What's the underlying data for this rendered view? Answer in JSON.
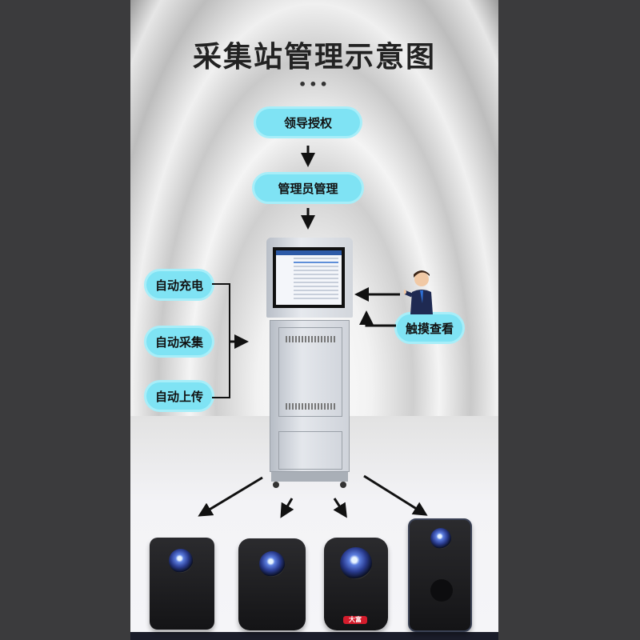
{
  "title": "采集站管理示意图",
  "dots": "•••",
  "flow": {
    "top": [
      "领导授权",
      "管理员管理"
    ],
    "left": [
      "自动充电",
      "自动采集",
      "自动上传"
    ],
    "right": "触摸查看"
  },
  "camera_brand": "大富",
  "colors": {
    "cloud": "#7fe3f4",
    "arrow": "#111111",
    "side": "#3b3b3d"
  }
}
